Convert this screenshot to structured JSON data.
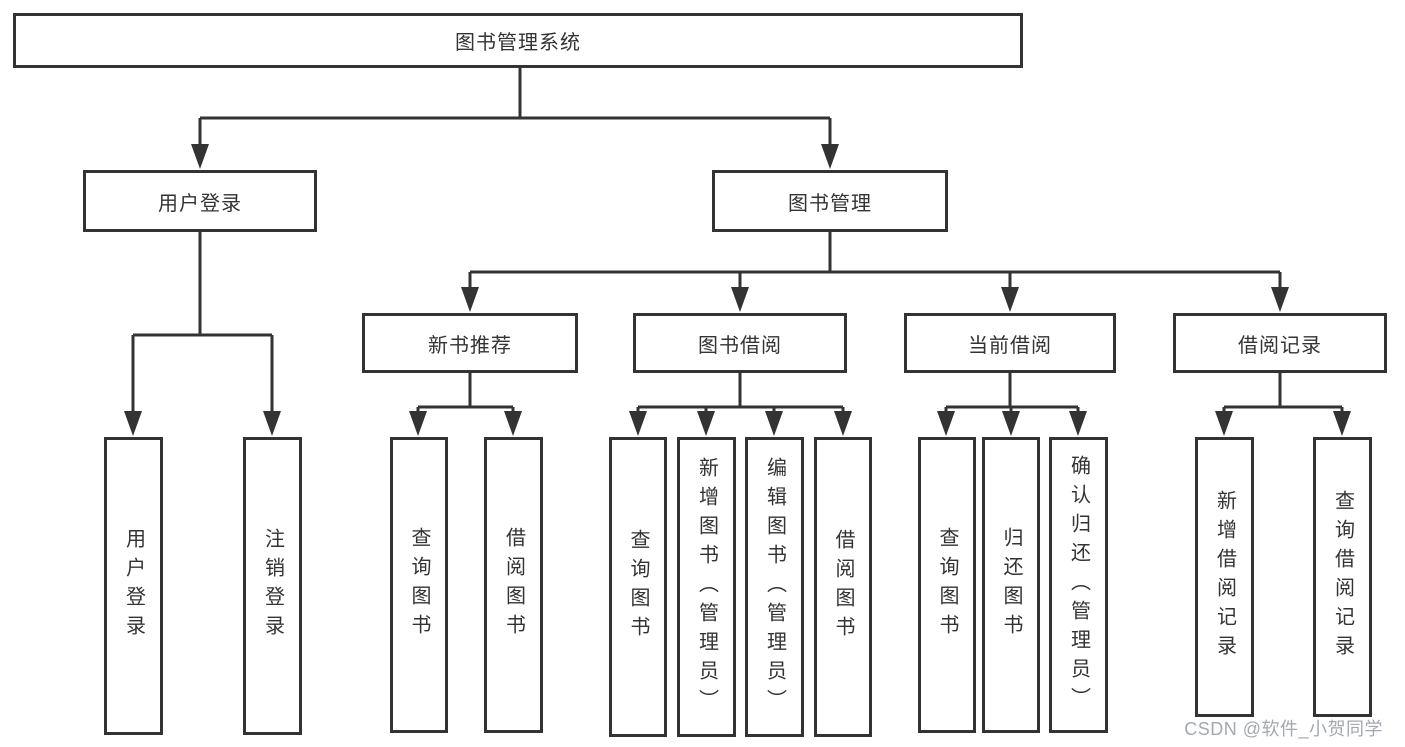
{
  "diagram": {
    "tree": {
      "root": {
        "label": "图书管理系统"
      },
      "children": [
        {
          "label": "用户登录",
          "children": [
            {
              "label": "用户登录"
            },
            {
              "label": "注销登录"
            }
          ]
        },
        {
          "label": "图书管理",
          "children": [
            {
              "label": "新书推荐",
              "children": [
                {
                  "label": "查询图书"
                },
                {
                  "label": "借阅图书"
                }
              ]
            },
            {
              "label": "图书借阅",
              "children": [
                {
                  "label": "查询图书"
                },
                {
                  "label": "新增图书（管理员）"
                },
                {
                  "label": "编辑图书（管理员）"
                },
                {
                  "label": "借阅图书"
                }
              ]
            },
            {
              "label": "当前借阅",
              "children": [
                {
                  "label": "查询图书"
                },
                {
                  "label": "归还图书"
                },
                {
                  "label": "确认归还（管理员）"
                }
              ]
            },
            {
              "label": "借阅记录",
              "children": [
                {
                  "label": "新增借阅记录"
                },
                {
                  "label": "查询借阅记录"
                }
              ]
            }
          ]
        }
      ]
    },
    "colors": {
      "line": "#333333",
      "box_border": "#333333",
      "text": "#333333",
      "background": "#ffffff",
      "watermark": "#a3a8b0"
    }
  },
  "watermark": {
    "label": "CSDN @软件_小贺同学"
  }
}
